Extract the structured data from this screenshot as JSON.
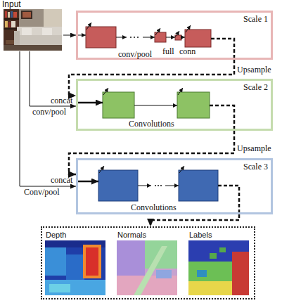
{
  "diagram": {
    "nodes": [
      {
        "text": [
          "Input"
        ]
      },
      {
        "text": [
          "Scale 1"
        ]
      },
      {
        "text": [
          "Scale 2"
        ]
      },
      {
        "text": [
          "Scale 3"
        ]
      },
      {
        "text": []
      },
      {
        "text": [
          "Depth"
        ],
        "in": 4
      },
      {
        "text": [
          "Normals"
        ],
        "in": 4
      },
      {
        "text": [
          "Labels"
        ],
        "in": 4
      }
    ],
    "edges": [
      {
        "from": 0,
        "to": 1,
        "arrow": "to"
      },
      {
        "from": 1,
        "to": 2,
        "label": "Upsample",
        "arrow": "to"
      },
      {
        "from": 0,
        "to": 2,
        "label": "conv/pool",
        "arrow": "to"
      },
      {
        "from": 2,
        "to": 3,
        "label": "Upsample",
        "arrow": "to"
      },
      {
        "from": 0,
        "to": 3,
        "label": "Conv/pool",
        "arrow": "to"
      },
      {
        "from": 3,
        "to": 4,
        "arrow": "to"
      }
    ],
    "labels": [
      "conv/pool",
      "full",
      "conn",
      "concat",
      "Convolutions",
      "concat",
      "Convolutions"
    ]
  }
}
